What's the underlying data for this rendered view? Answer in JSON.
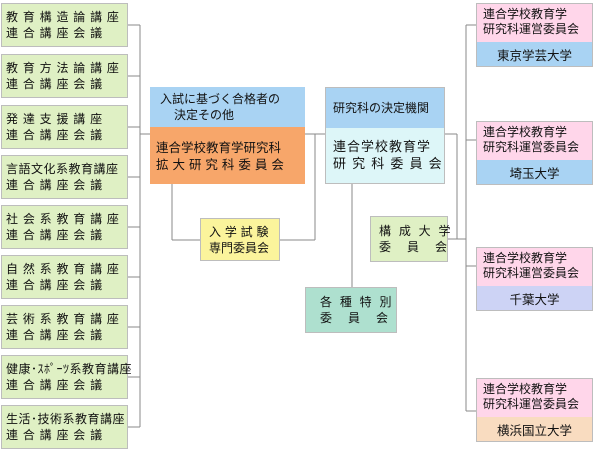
{
  "left_committees": [
    {
      "line1": "教 育 構 造 論 講 座",
      "line2": "連 合 講 座 会 議"
    },
    {
      "line1": "教 育 方 法 論 講 座",
      "line2": "連 合 講 座 会 議"
    },
    {
      "line1": "発 達 支 援 講 座",
      "line2": "連 合 講 座 会 議"
    },
    {
      "line1": "言語文化系教育講座",
      "line2": "連 合 講 座 会 議"
    },
    {
      "line1": "社 会 系 教 育 講 座",
      "line2": "連 合 講 座 会 議"
    },
    {
      "line1": "自 然 系 教 育 講 座",
      "line2": "連 合 講 座 会 議"
    },
    {
      "line1": "芸 術 系 教 育 講 座",
      "line2": "連 合 講 座 会 議"
    },
    {
      "line1": "健康･ｽﾎﾟｰﾂ系教育講座",
      "line2": "連 合 講 座 会 議"
    },
    {
      "line1": "生活･技術系教育講座",
      "line2": "連 合 講 座 会 議"
    }
  ],
  "expanded_committee": {
    "header_line1": "入試に基づく合格者の",
    "header_line2": "決定その他",
    "name_line1": "連合学校教育学研究科",
    "name_line2": "拡 大 研 究 科 委 員 会"
  },
  "graduate_committee": {
    "header": "研究科の決定機関",
    "name_line1": "連合学校教育学",
    "name_line2": "研 究 科 委 員 会"
  },
  "exam_committee": {
    "line1": "入 学 試 験",
    "line2": "専門委員会"
  },
  "special_committee": {
    "line1": "各 種 特 別",
    "line2": "委　員　会"
  },
  "member_univ_committee": {
    "line1": "構 成 大 学",
    "line2": "委　員　会"
  },
  "universities": [
    {
      "line1": "連合学校教育学",
      "line2": "研究科運営委員会",
      "name": "東京学芸大学",
      "color": "#a9d3f3"
    },
    {
      "line1": "連合学校教育学",
      "line2": "研究科運営委員会",
      "name": "埼玉大学",
      "color": "#a9d3f3"
    },
    {
      "line1": "連合学校教育学",
      "line2": "研究科運営委員会",
      "name": "千葉大学",
      "color": "#cdd3f5"
    },
    {
      "line1": "連合学校教育学",
      "line2": "研究科運営委員会",
      "name": "横浜国立大学",
      "color": "#f9dcc0"
    }
  ]
}
